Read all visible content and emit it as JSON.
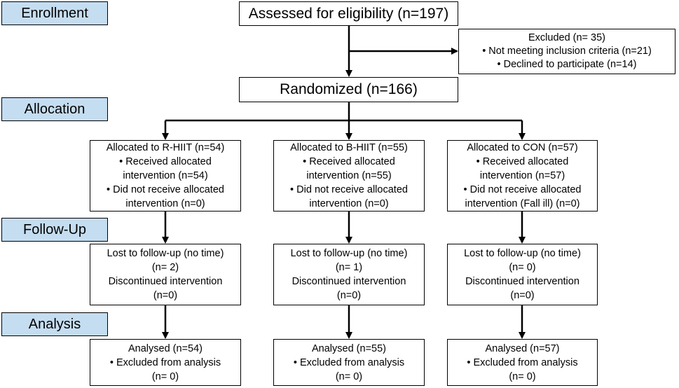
{
  "stages": {
    "enrollment": "Enrollment",
    "allocation": "Allocation",
    "followup": "Follow-Up",
    "analysis": "Analysis"
  },
  "assessed": "Assessed for eligibility (n=197)",
  "excluded": {
    "title": "Excluded  (n= 35)",
    "items": [
      "Not meeting inclusion criteria  (n=21)",
      "Declined to participate  (n=14)"
    ]
  },
  "randomized": "Randomized (n=166)",
  "allocation": [
    {
      "title": "Allocated to R-HIIT (n=54)",
      "received_1": "Received allocated",
      "received_2": "intervention (n=54)",
      "not_received_1": "Did not receive allocated",
      "not_received_2": "intervention (n=0)"
    },
    {
      "title": "Allocated to B-HIIT (n=55)",
      "received_1": "Received allocated",
      "received_2": "intervention (n=55)",
      "not_received_1": "Did not receive allocated",
      "not_received_2": "intervention (n=0)"
    },
    {
      "title": "Allocated to CON  (n=57)",
      "received_1": "Received allocated",
      "received_2": "intervention  (n=57)",
      "not_received_1": "Did not receive allocated",
      "not_received_2": "intervention (Fall ill) (n=0)"
    }
  ],
  "followup": [
    {
      "lost": "Lost to follow-up (no time)",
      "lost_n": "(n= 2)",
      "discontinued": "Discontinued intervention",
      "discontinued_n": "(n=0)"
    },
    {
      "lost": "Lost to follow-up (no time)",
      "lost_n": "(n= 1)",
      "discontinued": "Discontinued intervention",
      "discontinued_n": "(n=0)"
    },
    {
      "lost": "Lost to follow-up (no time)",
      "lost_n": "(n= 0)",
      "discontinued": "Discontinued intervention",
      "discontinued_n": "(n=0)"
    }
  ],
  "analysis": [
    {
      "analysed": "Analysed  (n=54)",
      "excluded": "Excluded from analysis",
      "excluded_n": "(n= 0)"
    },
    {
      "analysed": "Analysed  (n=55)",
      "excluded": "Excluded from analysis",
      "excluded_n": "(n= 0)"
    },
    {
      "analysed": "Analysed  (n=57)",
      "excluded": "Excluded from analysis",
      "excluded_n": "(n= 0)"
    }
  ],
  "colors": {
    "stage_fill": "#c5ddf0",
    "line": "#000000"
  }
}
